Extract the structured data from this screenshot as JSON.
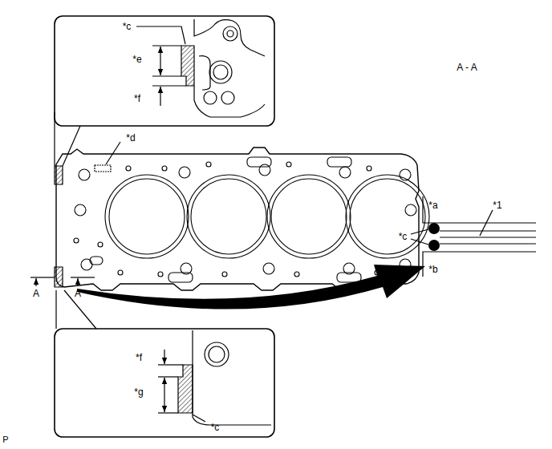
{
  "diagram": {
    "labels": [
      "*c",
      "*e",
      "*f",
      "*d",
      "A - A",
      "*a",
      "*1",
      "*c",
      "*b",
      "A",
      "A",
      "*f",
      "*g",
      "*c",
      "P"
    ]
  }
}
